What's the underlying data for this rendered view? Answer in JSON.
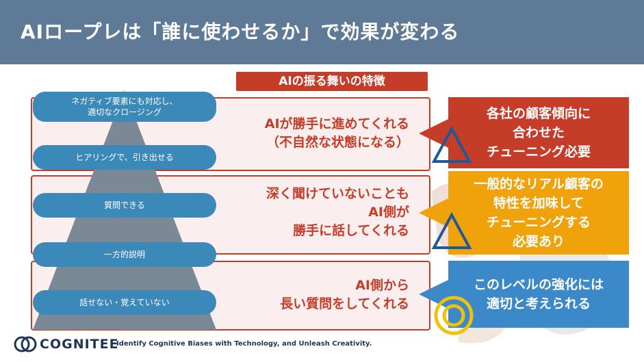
{
  "header": {
    "title": "AIロープレは「誰に使わせるか」で効果が変わる"
  },
  "subtitle": "AIの振る舞いの特徴",
  "pyramid": {
    "levels": [
      "ネガティブ要素にも対応し、\n適切なクロージング",
      "ヒアリングで、引き出せる",
      "質問できる",
      "一方的説明",
      "話せない・覚えていない"
    ]
  },
  "behaviors": [
    "AIが勝手に進めてくれる\n（不自然な状態になる）",
    "深く聞けていないことも\nAI側が\n勝手に話してくれる",
    "AI側から\n長い質問をしてくれる"
  ],
  "evaluations": [
    {
      "text": "各社の顧客傾向に\n合わせた\nチューニング必要",
      "symbol": "triangle",
      "color": "#c53d28"
    },
    {
      "text": "一般的なリアル顧客の\n特性を加味して\nチューニングする\n必要あり",
      "symbol": "triangle",
      "color": "#f0a20b"
    },
    {
      "text": "このレベルの強化には\n適切と考えられる",
      "symbol": "double-circle",
      "color": "#3b89c9"
    }
  ],
  "footer": {
    "logo": "COGNITEE",
    "tagline": "Identify Cognitive Biases with Technology, and Unleash Creativity."
  }
}
